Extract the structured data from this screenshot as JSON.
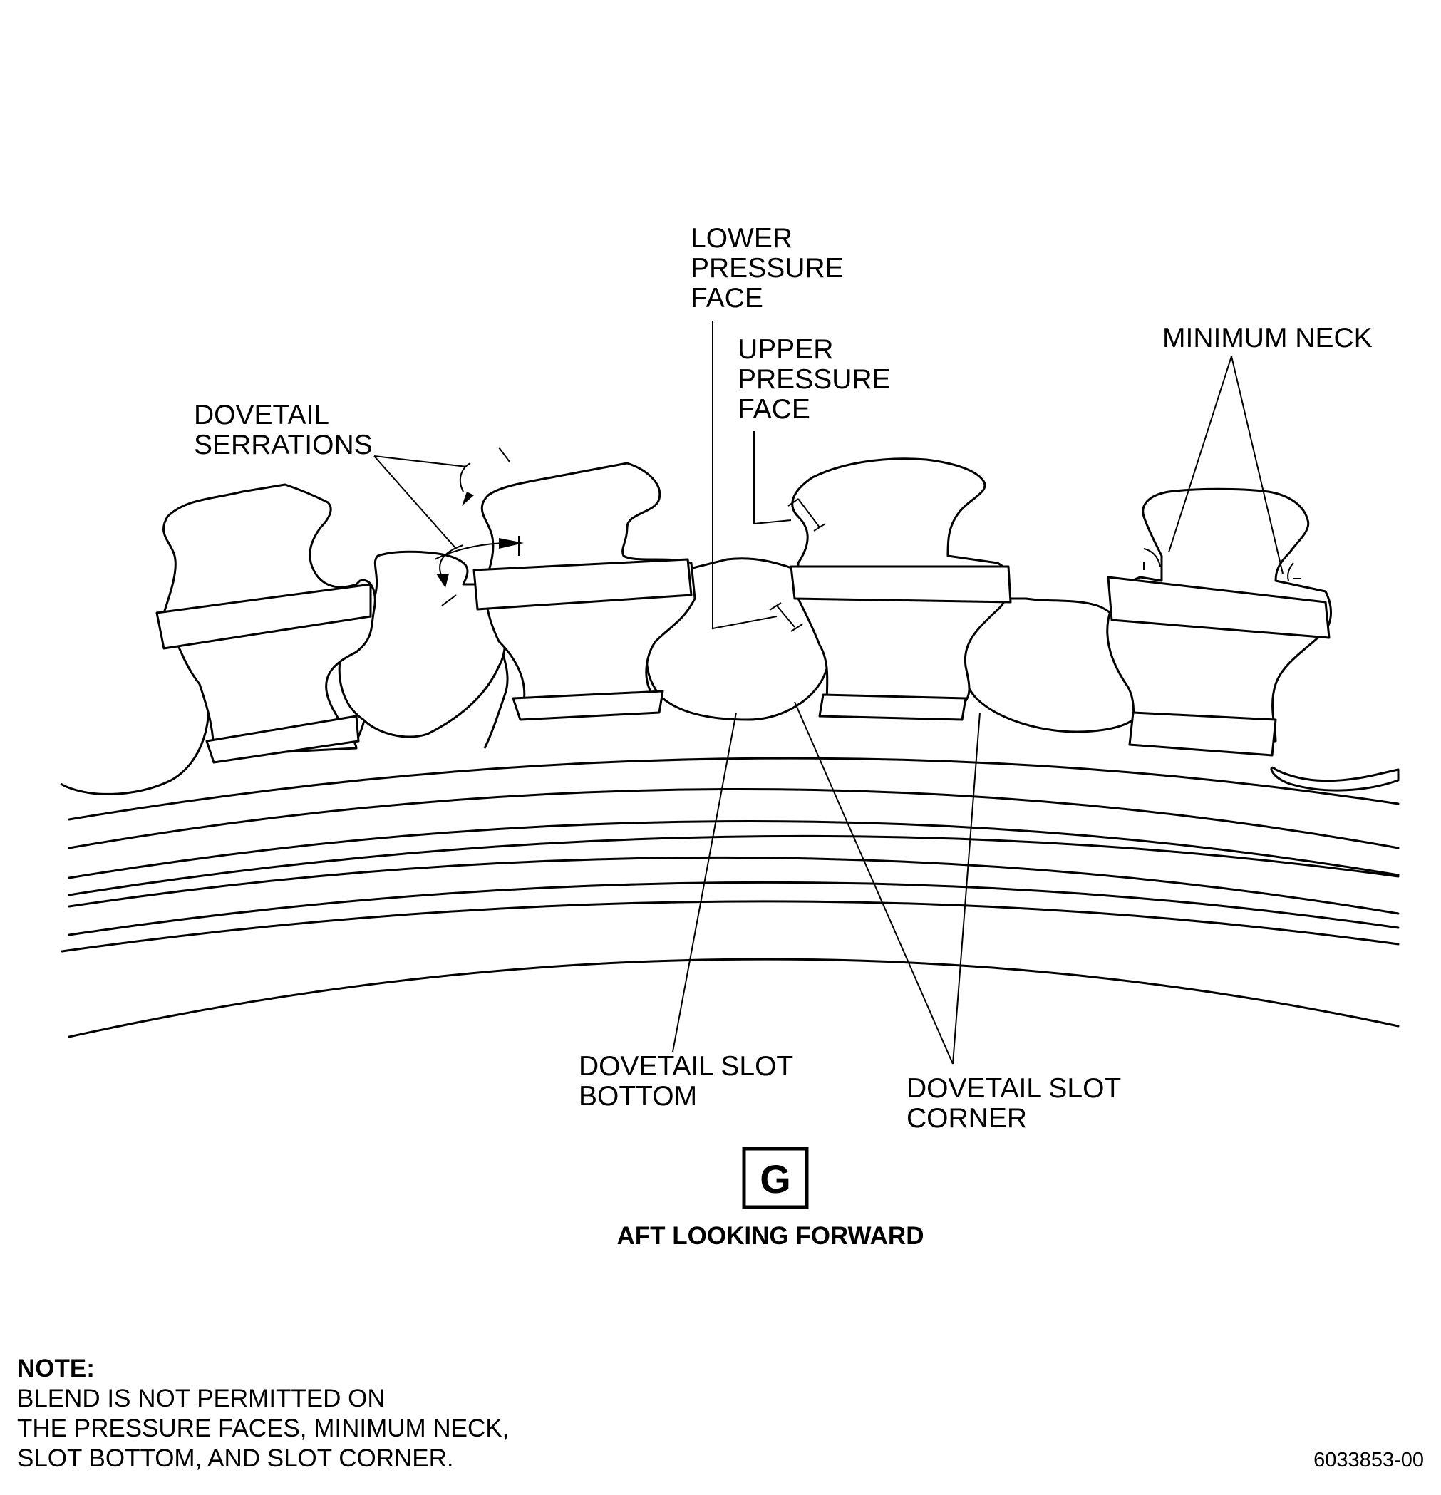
{
  "labels": {
    "lower_pressure_face": [
      "LOWER",
      "PRESSURE",
      "FACE"
    ],
    "upper_pressure_face": [
      "UPPER",
      "PRESSURE",
      "FACE"
    ],
    "minimum_neck": "MINIMUM NECK",
    "dovetail_serrations": [
      "DOVETAIL",
      "SERRATIONS"
    ],
    "dovetail_slot_bottom": [
      "DOVETAIL SLOT",
      "BOTTOM"
    ],
    "dovetail_slot_corner": [
      "DOVETAIL SLOT",
      "CORNER"
    ]
  },
  "view": {
    "letter": "G",
    "caption": "AFT LOOKING FORWARD"
  },
  "note": {
    "heading": "NOTE:",
    "lines": [
      "BLEND IS NOT PERMITTED ON",
      "THE PRESSURE FACES, MINIMUM NECK,",
      "SLOT BOTTOM, AND SLOT CORNER."
    ]
  },
  "figure_id": "6033853-00"
}
